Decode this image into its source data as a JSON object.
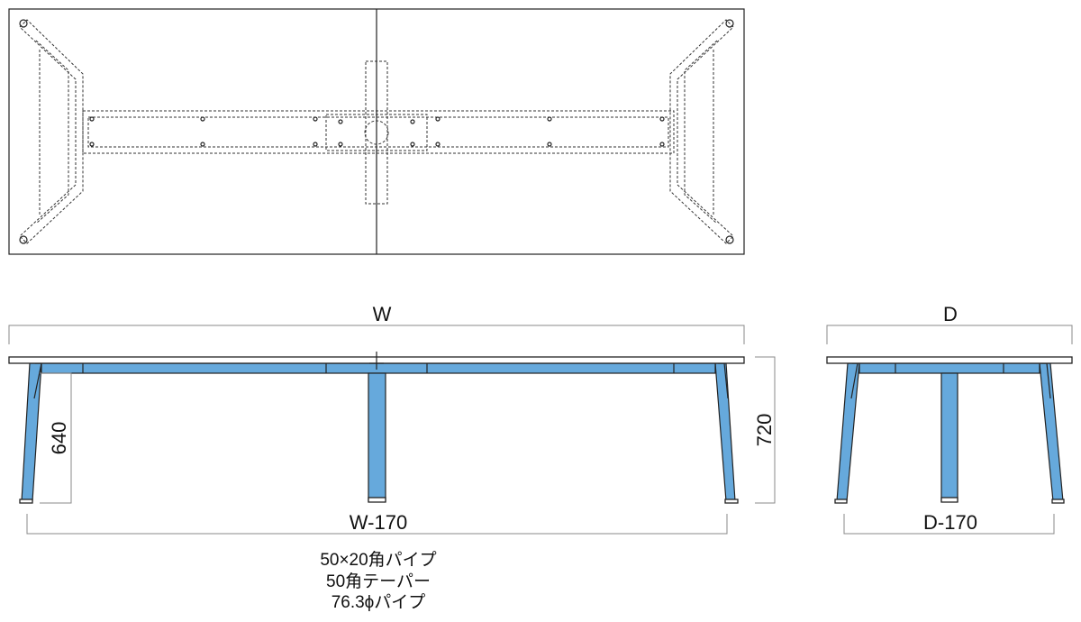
{
  "views": {
    "front": {
      "width_label": "W",
      "height_label": "720",
      "inner_height_label": "640",
      "leg_span_label": "W-170"
    },
    "side": {
      "depth_label": "D",
      "leg_span_label": "D-170"
    }
  },
  "notes": [
    "50×20角パイプ",
    "50角テーパー",
    "76.3ϕパイプ"
  ],
  "colors": {
    "frame": "#66a9dc",
    "line": "#222222"
  }
}
